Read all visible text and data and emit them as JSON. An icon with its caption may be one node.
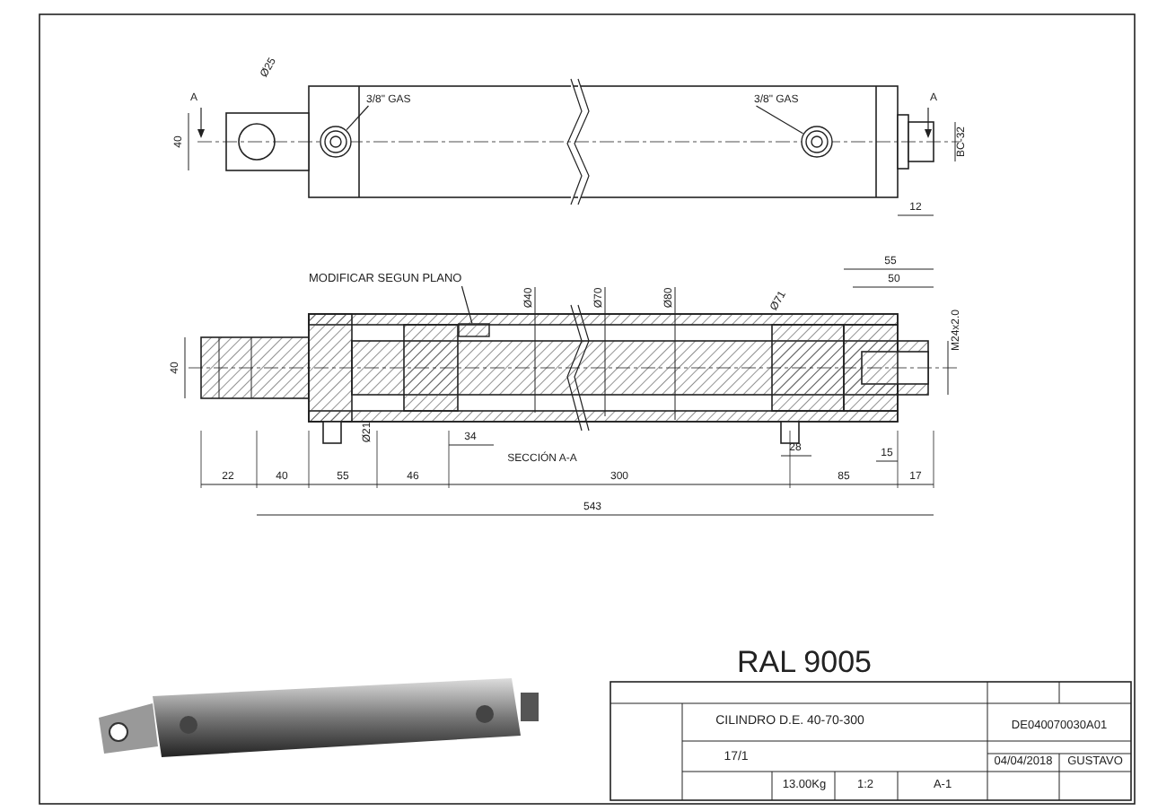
{
  "diagram": {
    "nodes": [
      {
        "text": [
          "3/8\" GAS"
        ]
      },
      {
        "text": [],
        "shape": "circle"
      },
      {
        "text": [
          "3/8\" GAS"
        ]
      },
      {
        "text": [],
        "shape": "circle"
      },
      {
        "text": [
          "MODIFICAR SEGUN PLANO"
        ]
      },
      {
        "text": [],
        "shape": "box"
      }
    ],
    "edges": [
      {
        "from": 0,
        "to": 1,
        "arrow": "none"
      },
      {
        "from": 2,
        "to": 3,
        "arrow": "none"
      },
      {
        "from": 4,
        "to": 5,
        "arrow": "none"
      }
    ],
    "labels": [
      "Ø25",
      "A",
      "A",
      "40",
      "BC-32",
      "12",
      "55",
      "50",
      "Ø40",
      "Ø70",
      "Ø80",
      "Ø71",
      "M24x2.0",
      "40",
      "Ø21",
      "34",
      "SECCIÓN A-A",
      "28",
      "15",
      "22",
      "40",
      "55",
      "46",
      "300",
      "85",
      "17",
      "543",
      "RAL 9005",
      "CILINDRO D.E. 40-70-300",
      "DE040070030A01",
      "17/1",
      "13.00Kg",
      "1:2",
      "A-1",
      "04/04/2018",
      "GUSTAVO"
    ]
  }
}
